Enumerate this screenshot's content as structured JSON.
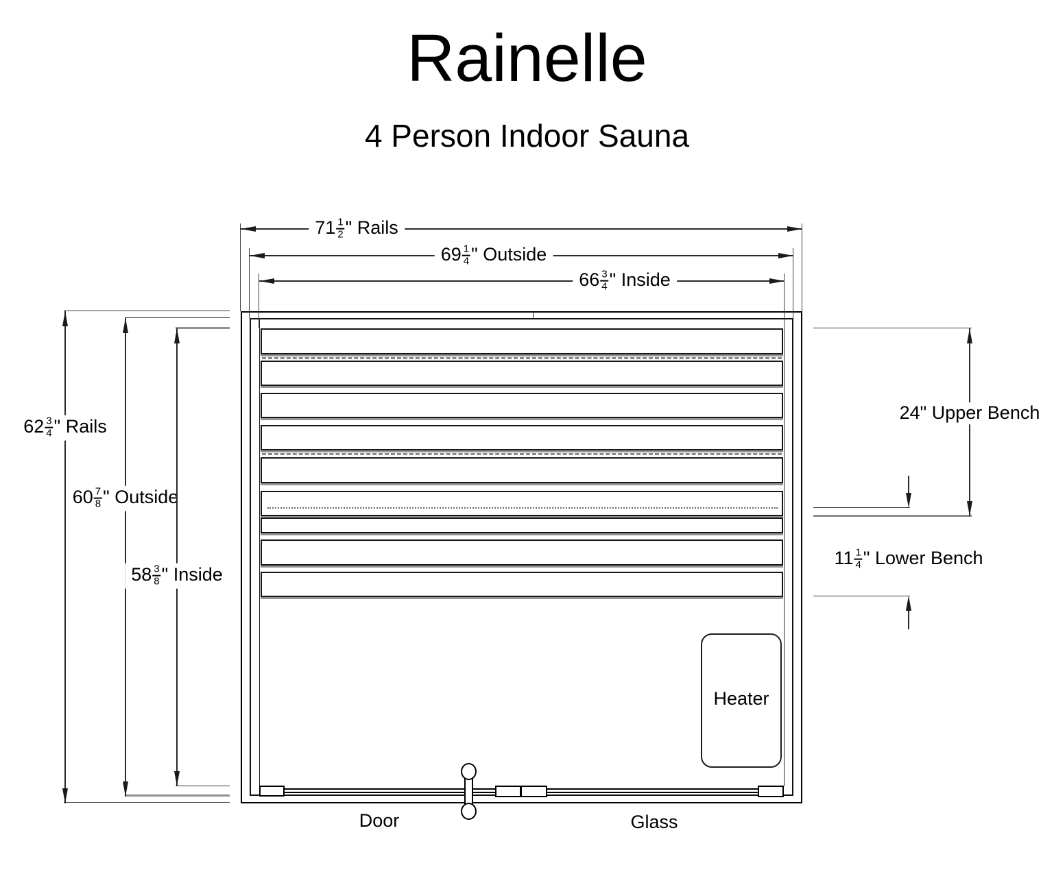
{
  "title": "Rainelle",
  "subtitle": "4 Person Indoor Sauna",
  "dims": {
    "rails_w": {
      "whole": "71",
      "num": "1",
      "den": "2",
      "suffix": "\" Rails"
    },
    "outside_w": {
      "whole": "69",
      "num": "1",
      "den": "4",
      "suffix": "\" Outside"
    },
    "inside_w": {
      "whole": "66",
      "num": "3",
      "den": "4",
      "suffix": "\" Inside"
    },
    "rails_h": {
      "whole": "62",
      "num": "3",
      "den": "4",
      "suffix": "\" Rails"
    },
    "outside_h": {
      "whole": "60",
      "num": "7",
      "den": "8",
      "suffix": "\" Outside"
    },
    "inside_h": {
      "whole": "58",
      "num": "3",
      "den": "8",
      "suffix": "\" Inside"
    },
    "upper_bench": {
      "label": "24\" Upper Bench"
    },
    "lower_bench": {
      "whole": "11",
      "num": "1",
      "den": "4",
      "suffix": "\" Lower Bench"
    }
  },
  "plan": {
    "heater_label": "Heater",
    "door_label": "Door",
    "glass_label": "Glass"
  },
  "colors": {
    "line": "#1a1a1a",
    "shadow": "#8a8a8a",
    "background": "#ffffff"
  }
}
